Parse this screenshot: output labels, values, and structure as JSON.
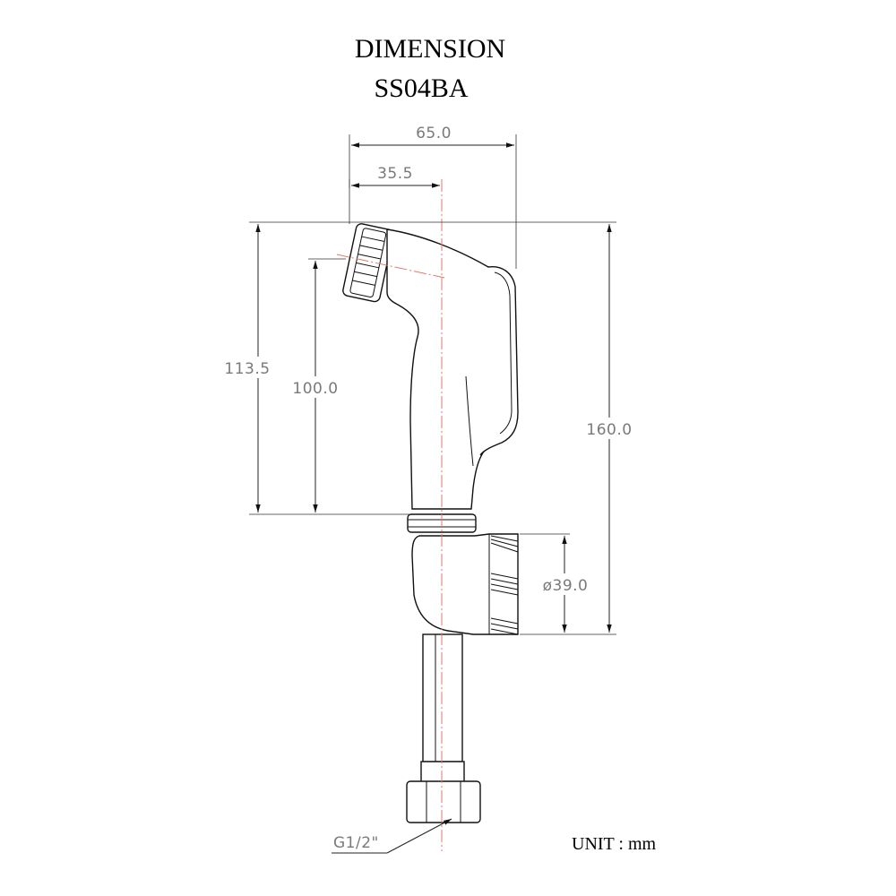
{
  "title": {
    "line1": "DIMENSION",
    "line2": "SS04BA"
  },
  "unit_label": "UNIT : mm",
  "dimensions": {
    "width_total": "65.0",
    "width_center": "35.5",
    "height_head": "113.5",
    "height_spout": "100.0",
    "height_total": "160.0",
    "holder_diameter": "ø39.0",
    "thread": "G1/2\""
  },
  "colors": {
    "line": "#111111",
    "dimension_text": "#7a7a7a",
    "centerline": "#e07a6a"
  }
}
